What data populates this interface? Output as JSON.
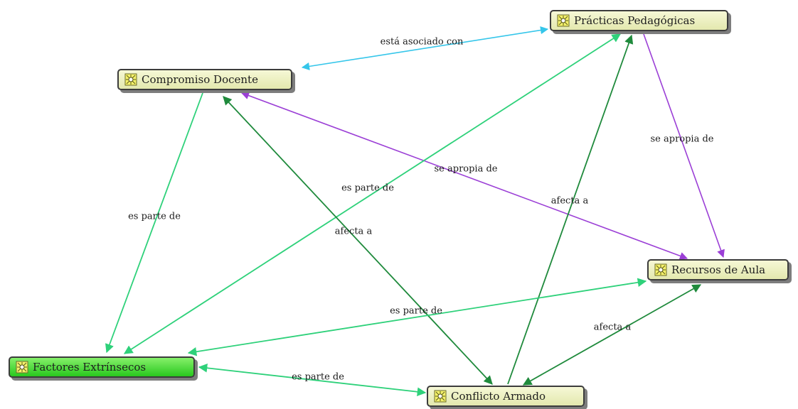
{
  "nodes": {
    "practicas": "Prácticas Pedagógicas",
    "compromiso": "Compromiso Docente",
    "recursos": "Recursos de Aula",
    "factores": "Factores Extrínsecos",
    "conflicto": "Conflicto Armado"
  },
  "edge_labels": {
    "asociado": "está asociado con",
    "apropia_practicas_recursos": "se apropia de",
    "apropia_compromiso_recursos": "se apropia de",
    "parte_practicas_factores": "es parte de",
    "afecta_conflicto_practicas": "afecta a",
    "parte_compromiso_factores": "es parte de",
    "afecta_conflicto_compromiso": "afecta a",
    "parte_recursos_factores": "es parte de",
    "afecta_conflicto_recursos": "afecta a",
    "parte_conflicto_factores": "es parte de"
  },
  "colors": {
    "cyan_relation": "#35c6ea",
    "purple_relation": "#9b3fd6",
    "lightgreen_relation": "#2ed17a",
    "darkgreen_relation": "#1f8a3c",
    "node_fill": "#eef2c4",
    "selected_node_fill": "#33d422"
  },
  "icons": {
    "node": "concept-node-icon"
  }
}
